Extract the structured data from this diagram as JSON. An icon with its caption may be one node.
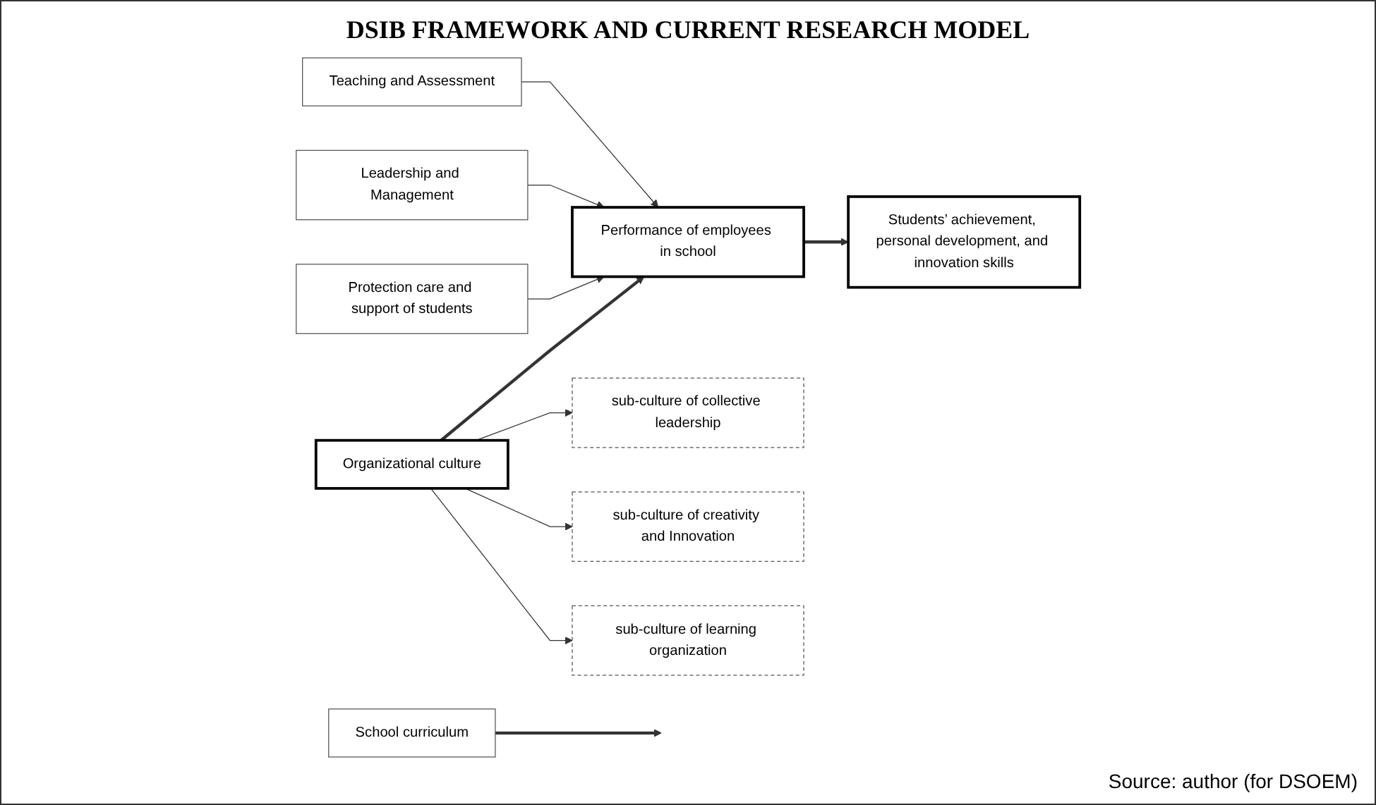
{
  "diagram": {
    "title": "DSIB FRAMEWORK AND CURRENT RESEARCH MODEL",
    "caption": "Source: author (for DSOEM)",
    "nodes": [
      {
        "text": [
          "Teaching and Assessment"
        ]
      },
      {
        "text": [
          "Leadership and Management"
        ]
      },
      {
        "text": [
          "Protection care and support of students"
        ]
      },
      {
        "text": [
          "Organizational culture"
        ]
      },
      {
        "text": [
          "Performance of employees in school"
        ]
      },
      {
        "text": [
          "Students’ achievement, personal development, and innovation skills"
        ]
      },
      {
        "text": [
          "sub-culture of collective leadership"
        ]
      },
      {
        "text": [
          "School curriculum"
        ]
      },
      {
        "text": [
          "sub-culture of creativity and Innovation"
        ]
      },
      {
        "text": [
          "sub-culture of learning organization"
        ]
      }
    ],
    "edges": [
      {
        "from": 0,
        "to": 4,
        "arrow": "to"
      },
      {
        "from": 1,
        "to": 4,
        "arrow": "to"
      },
      {
        "from": 2,
        "to": 4,
        "arrow": "to"
      },
      {
        "from": 3,
        "to": 4,
        "arrow": "to",
        "style": "thick"
      },
      {
        "from": 4,
        "to": 5,
        "arrow": "to",
        "style": "thick"
      },
      {
        "from": 3,
        "to": 6,
        "arrow": "to"
      },
      {
        "from": 3,
        "to": 8,
        "arrow": "to"
      },
      {
        "from": 3,
        "to": 9,
        "arrow": "to"
      },
      {
        "from": 7,
        "to": null,
        "arrow": "to",
        "style": "thick"
      }
    ]
  }
}
